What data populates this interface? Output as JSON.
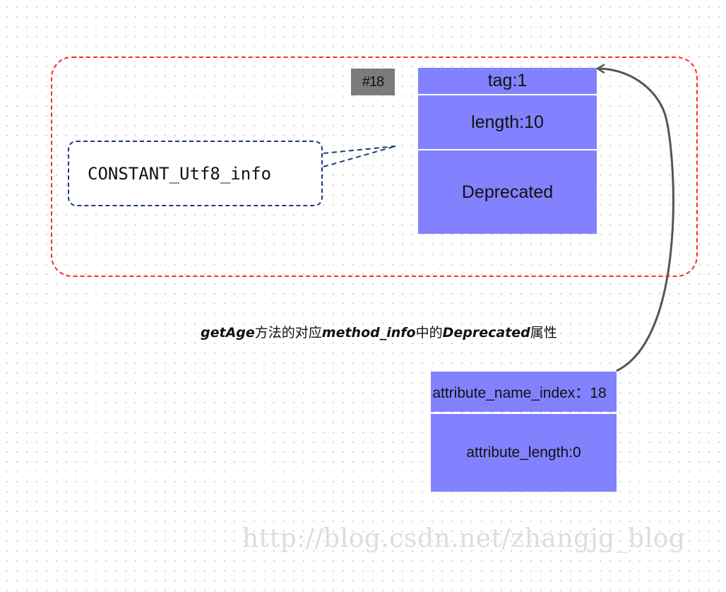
{
  "diagram": {
    "index_tag": "#18",
    "structure_name": "CONSTANT_Utf8_info",
    "constant_entry": {
      "tag": "tag:1",
      "length": "length:10",
      "bytes": "Deprecated"
    },
    "caption": {
      "method_name": "getAge",
      "part1": "方法的对应",
      "struct_name": "method_info",
      "part2": "中的",
      "attribute_name": "Deprecated",
      "part3": "属性"
    },
    "attribute_entry": {
      "name_index": "attribute_name_index：18",
      "length": "attribute_length:0"
    },
    "watermark": "http://blog.csdn.net/zhangjg_blog"
  },
  "colors": {
    "table_fill": "#8282ff",
    "group_border": "#ff2a2a",
    "struct_border": "#1d3a7a",
    "index_tag_fill": "#7b7b7b",
    "arrow": "#555555"
  }
}
